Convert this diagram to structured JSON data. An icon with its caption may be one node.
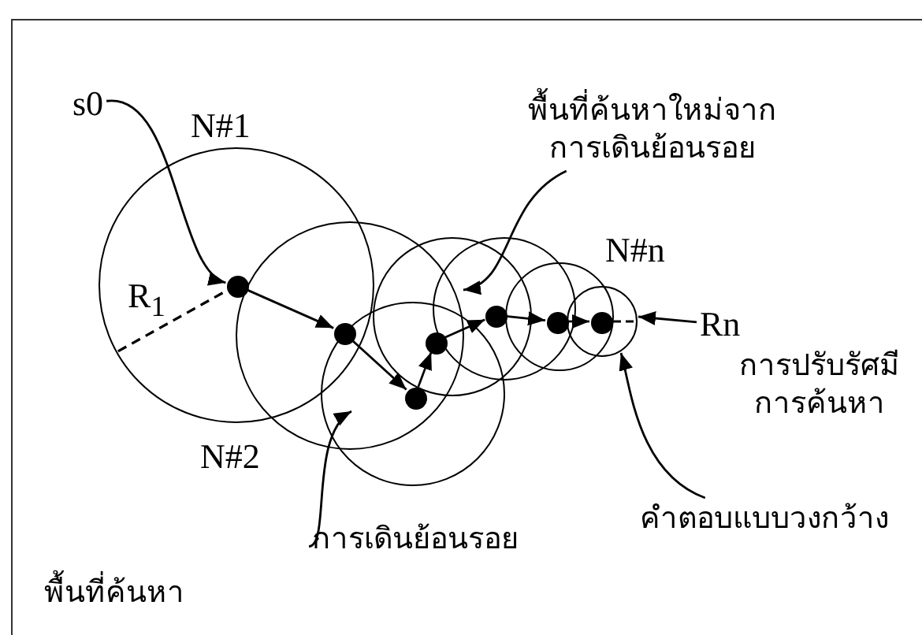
{
  "diagram": {
    "nodes": [
      {
        "text": [
          "พื้นที่ค้นหา"
        ]
      },
      {
        "text": [],
        "shape": "circle",
        "in": 0
      },
      {
        "text": [],
        "shape": "circle",
        "in": 0
      },
      {
        "text": [],
        "shape": "circle",
        "in": 0
      },
      {
        "text": [],
        "shape": "circle",
        "in": 0
      },
      {
        "text": [],
        "shape": "circle",
        "in": 0
      },
      {
        "text": [],
        "shape": "circle",
        "in": 0
      },
      {
        "text": [],
        "shape": "circle",
        "in": 0
      },
      {
        "text": [
          "s0"
        ],
        "in": 0
      },
      {
        "text": [
          "พื้นที่ค้นหาใหม่จาก การเดินย้อนรอย"
        ],
        "in": 0
      },
      {
        "text": [
          "การเดินย้อนรอย"
        ],
        "in": 0
      },
      {
        "text": [
          "Rn"
        ],
        "in": 0
      },
      {
        "text": [
          "คำตอบแบบวงกว้าง"
        ],
        "in": 0
      }
    ],
    "edges": [
      {
        "from": 8,
        "to": 1,
        "arrow": "to"
      },
      {
        "from": 1,
        "to": 2,
        "arrow": "to"
      },
      {
        "from": 2,
        "to": 3,
        "arrow": "to"
      },
      {
        "from": 3,
        "to": 4,
        "arrow": "to"
      },
      {
        "from": 4,
        "to": 5,
        "arrow": "to"
      },
      {
        "from": 5,
        "to": 6,
        "arrow": "to"
      },
      {
        "from": 6,
        "to": 7,
        "arrow": "to"
      },
      {
        "from": 9,
        "to": 5,
        "arrow": "to"
      },
      {
        "from": 10,
        "to": null,
        "arrow": "to"
      },
      {
        "from": 11,
        "to": 7,
        "arrow": "to"
      },
      {
        "from": 12,
        "to": 7,
        "arrow": "to"
      }
    ],
    "labels": [
      "N#1",
      "R$_{1}$",
      "N#n",
      "N#2",
      "การปรับรัศมี การค้นหา"
    ]
  }
}
